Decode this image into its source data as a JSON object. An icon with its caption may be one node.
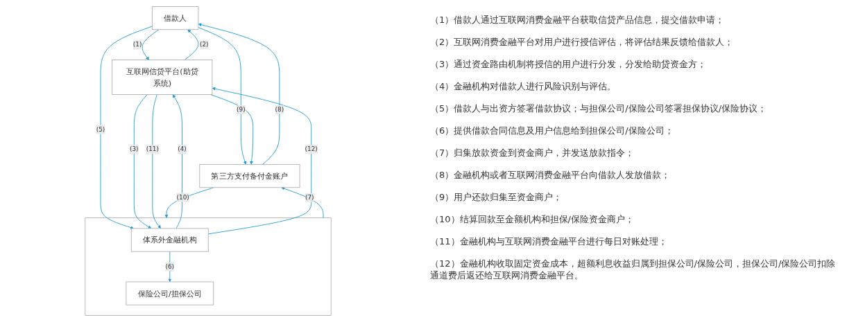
{
  "diagram": {
    "nodes": [
      {
        "text": [
          "借款人"
        ]
      },
      {
        "text": [
          "互联网信贷平台(助贷系统)"
        ]
      },
      {
        "text": [
          "第三方支付备付金账户"
        ]
      },
      {
        "text": [],
        "shape": "box"
      },
      {
        "text": [
          "体系外金融机构"
        ],
        "in": 3
      },
      {
        "text": [
          "保险公司/担保公司"
        ],
        "in": 3
      }
    ],
    "edges": [
      {
        "from": 0,
        "to": 1,
        "arrow": "to",
        "label": "(1)"
      },
      {
        "from": 1,
        "to": 0,
        "arrow": "to",
        "label": "(2)"
      },
      {
        "from": 0,
        "to": 2,
        "arrow": "to",
        "label": "(9)"
      },
      {
        "from": 2,
        "to": 0,
        "arrow": "to",
        "label": "(8)"
      },
      {
        "from": 1,
        "to": 2,
        "arrow": "to"
      },
      {
        "from": 0,
        "to": 4,
        "arrow": "to",
        "label": "(5)"
      },
      {
        "from": 1,
        "to": 4,
        "arrow": "to",
        "label": "(3)"
      },
      {
        "from": 4,
        "to": 1,
        "arrow": "to",
        "label": "(4)"
      },
      {
        "from": 1,
        "to": 4,
        "arrow": "to",
        "label": "(11)"
      },
      {
        "from": 4,
        "to": 1,
        "arrow": "to",
        "label": "(12)"
      },
      {
        "from": 4,
        "to": 5,
        "arrow": "to",
        "label": "(6)"
      },
      {
        "from": 3,
        "to": 2,
        "arrow": "to",
        "label": "(7)"
      },
      {
        "from": 2,
        "to": 3,
        "arrow": "to",
        "label": "(10)"
      }
    ],
    "labels": [
      "（1）借款人通过互联网消费金融平台获取信贷产品信息，提交借款申请；",
      "（2）互联网消费金融平台对用户进行授信评估，将评估结果反馈给借款人；",
      "（3）通过资金路由机制将授信的用户进行分发，分发给助贷资金方；",
      "（4）金融机构对借款人进行风险识别与评估。",
      "（5）借款人与出资方签署借款协议；与担保公司/保险公司签署担保协议/保险协议；",
      "（6）提供借款合同信息及用户信息给到担保公司/保险公司；",
      "（7）归集放款资金到资金商户，并发送放款指令；",
      "（8）金融机构或者互联网消费金融平台向借款人发放借款；",
      "（9）用户还款归集至资金商户；",
      "（10）结算回款至金额机构和担保/保险资金商户；",
      "（11）金融机构与互联网消费金融平台进行每日对账处理；",
      "（12）金融机构收取固定资金成本，超额利息收益归属到担保公司/保险公司，担保公司/保险公司扣除通道费后返还给互联网消费金融平台。"
    ]
  }
}
